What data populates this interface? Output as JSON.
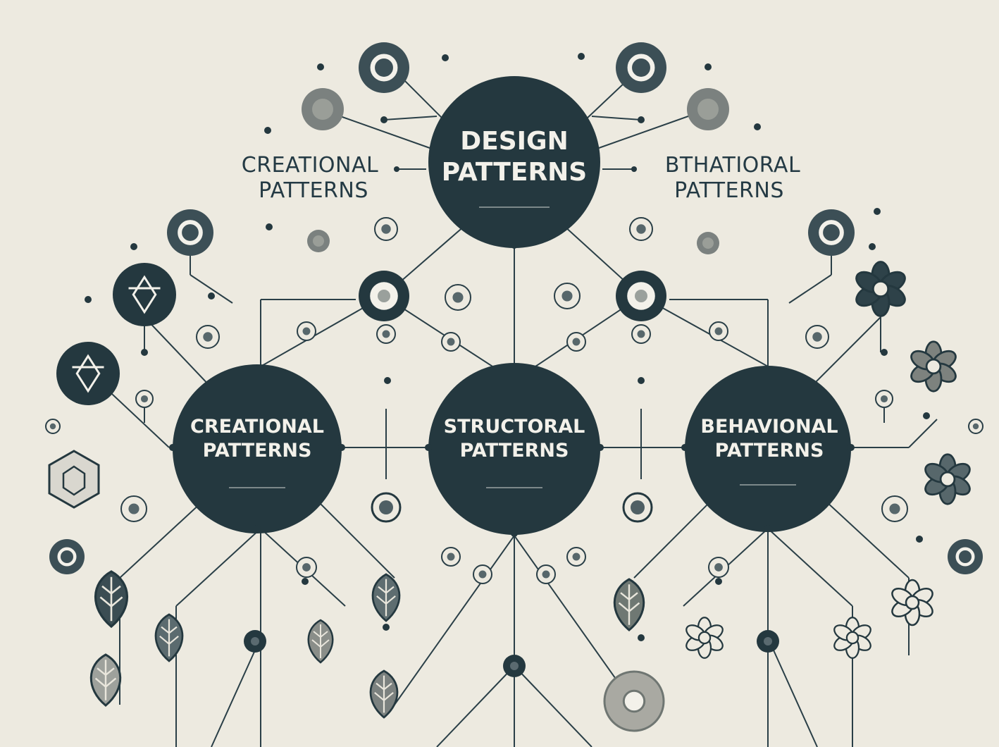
{
  "diagram": {
    "root": {
      "line1": "DESIGN",
      "line2": "PATTERNS"
    },
    "side_left": {
      "line1": "CREATIONAL",
      "line2": "PATTERNS"
    },
    "side_right": {
      "line1": "BTHATIORAL",
      "line2": "PATTERNS"
    },
    "children": [
      {
        "line1": "CREATIONAL",
        "line2": "PATTERNS"
      },
      {
        "line1": "STRUCTORAL",
        "line2": "PATTERNS"
      },
      {
        "line1": "BEHAVIONAL",
        "line2": "PATTERNS"
      }
    ]
  },
  "colors": {
    "background": "#edeae0",
    "node_fill": "#24383f",
    "line": "#2a3f47",
    "icon_gray": "#7b817f",
    "node_text": "#f3f1ea"
  }
}
